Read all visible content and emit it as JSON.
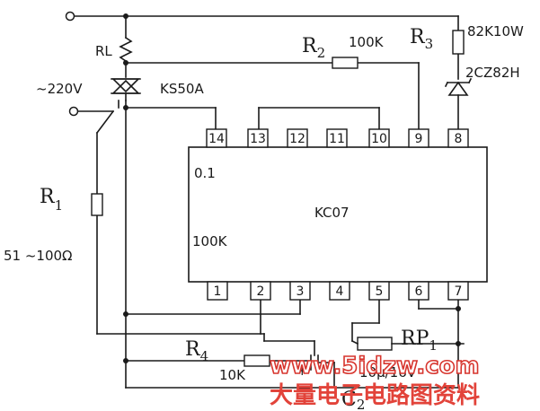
{
  "components": {
    "relay": "RL",
    "mains": "~220V",
    "triac": "KS50A",
    "r1_name": "R",
    "r1_sub": "1",
    "r1_value": "51 ~100Ω",
    "r2_name": "R",
    "r2_sub": "2",
    "r2_value": "100K",
    "r3_name": "R",
    "r3_sub": "3",
    "r3_value": "82K10W",
    "zener": "2CZ82H",
    "r4_name": "R",
    "r4_sub": "4",
    "r4_value": "10K",
    "rp1_name": "RP",
    "rp1_sub": "1",
    "c2_name": "C",
    "c2_sub": "2",
    "c2_value": "10μ/16V",
    "c2_plus": "+",
    "cap_value": "0.1",
    "pot_value": "100K"
  },
  "chip": {
    "name": "KC07",
    "top_pins": [
      "14",
      "13",
      "12",
      "11",
      "10",
      "9",
      "8"
    ],
    "bottom_pins": [
      "1",
      "2",
      "3",
      "4",
      "5",
      "6",
      "7"
    ]
  },
  "watermark": {
    "url": "www.5idzw.com",
    "text": "大量电子电路图资料"
  }
}
